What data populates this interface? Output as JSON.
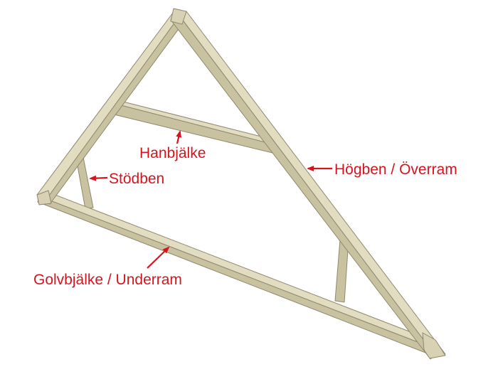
{
  "labels": {
    "collar_beam": "Hanbjälke",
    "strut": "Stödben",
    "rafter": "Högben / Överram",
    "floor_joist": "Golvbjälke / Underram"
  },
  "colors": {
    "wood_top": "#e2dcc1",
    "wood_side": "#c9c2a0",
    "wood_shadow": "#a9a284",
    "edge": "#8e8870",
    "label_red": "#d7141e",
    "background": "#ffffff"
  }
}
